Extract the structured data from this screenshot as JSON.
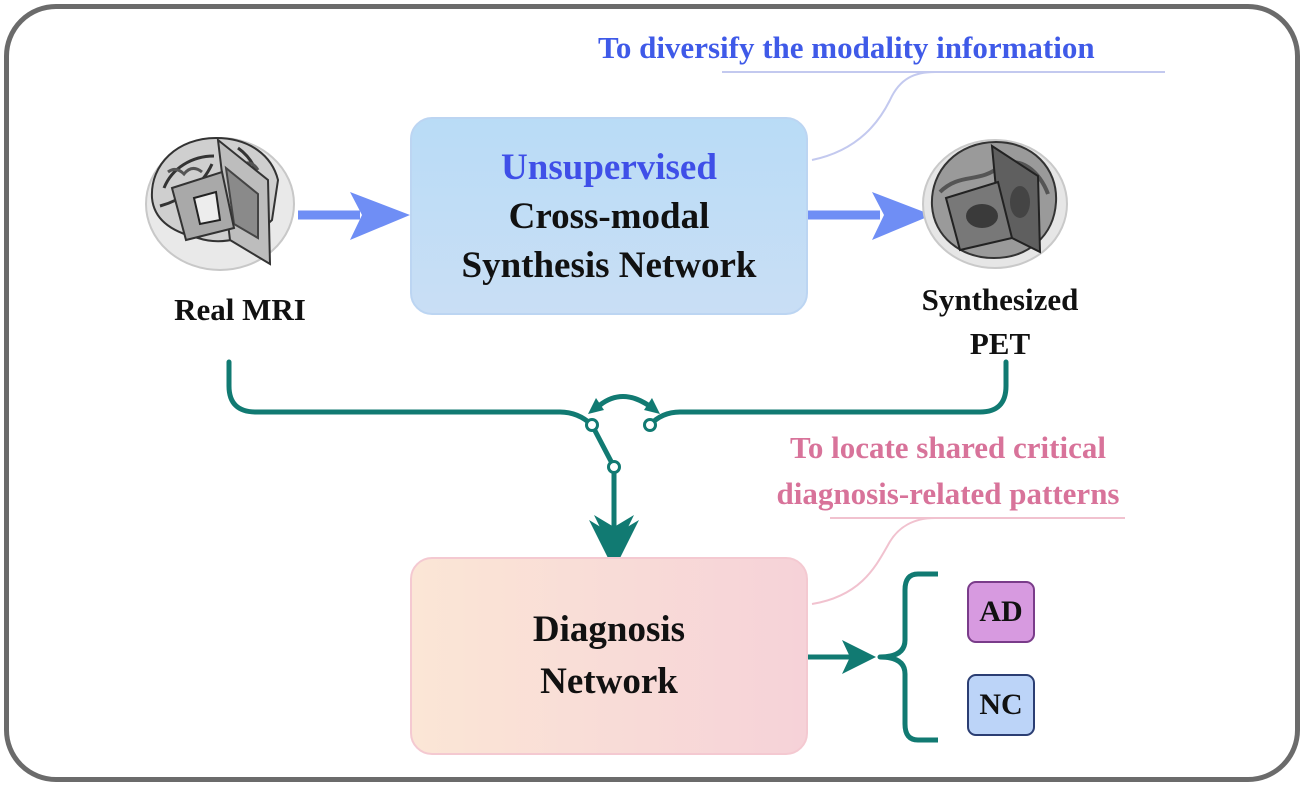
{
  "synthesis_box": {
    "line1": "Unsupervised",
    "line2": "Cross-modal",
    "line3": "Synthesis Network"
  },
  "diagnosis_box": {
    "line1": "Diagnosis",
    "line2": "Network"
  },
  "input_label": "Real MRI",
  "output_label": {
    "line1": "Synthesized",
    "line2": "PET"
  },
  "annotation_blue": "To diversify the modality information",
  "annotation_pink": {
    "line1": "To locate shared critical",
    "line2": "diagnosis-related patterns"
  },
  "classes": {
    "ad": "AD",
    "nc": "NC"
  },
  "colors": {
    "teal": "#117a72",
    "blue_arrow": "#6f8ef5",
    "highlight_blue": "#3f4fe8",
    "highlight_pink": "#d8739a"
  },
  "icons": {
    "mri": "mri-brain-icon",
    "pet": "pet-brain-icon"
  }
}
